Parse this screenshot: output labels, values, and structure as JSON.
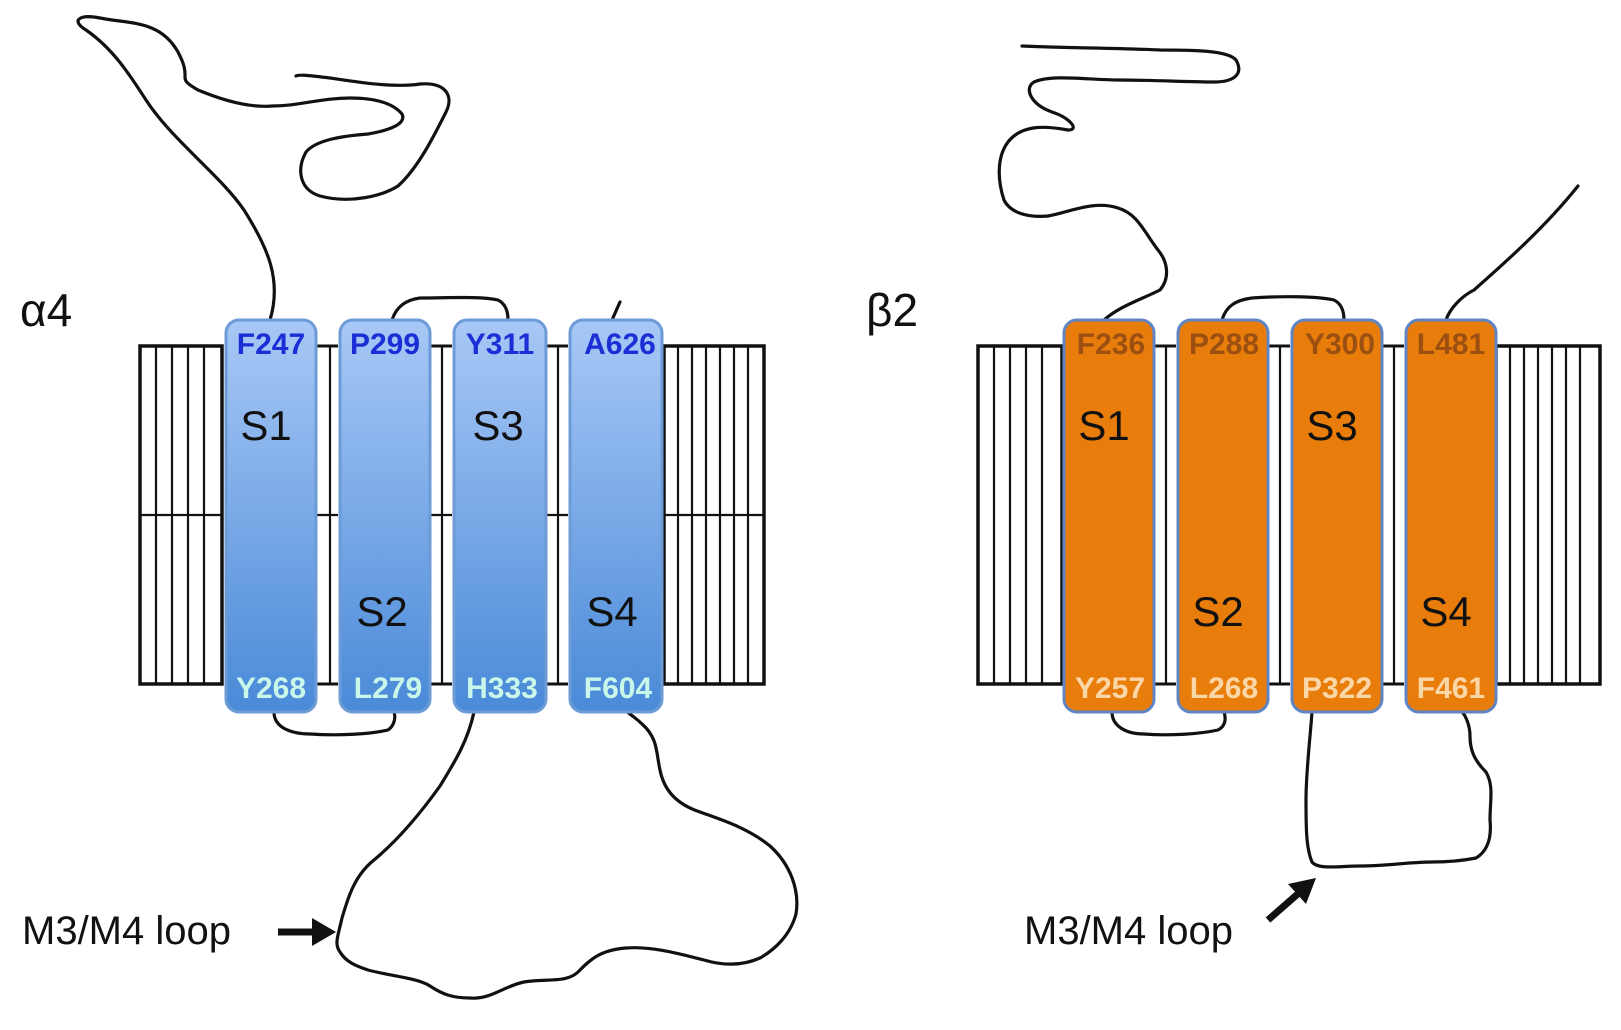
{
  "colors": {
    "alpha_fill_top": "#a8c8f6",
    "alpha_fill_bottom": "#4a8ad8",
    "alpha_stroke": "#6d9bd6",
    "alpha_top_residue": "#1a2fd6",
    "alpha_bottom_residue": "#c9f7e9",
    "beta_fill": "#e87d0c",
    "beta_stroke": "#5f86c2",
    "beta_top_residue": "#9b4f10",
    "beta_bottom_residue": "#fbd7a8",
    "line": "#111111"
  },
  "panels": [
    {
      "label": "α4",
      "segments": [
        {
          "name": "S1",
          "top_residue": "F247",
          "bottom_residue": "Y268"
        },
        {
          "name": "S2",
          "top_residue": "P299",
          "bottom_residue": "L279"
        },
        {
          "name": "S3",
          "top_residue": "Y311",
          "bottom_residue": "H333"
        },
        {
          "name": "S4",
          "top_residue": "A626",
          "bottom_residue": "F604"
        }
      ],
      "loop_label": "M3/M4 loop"
    },
    {
      "label": "β2",
      "segments": [
        {
          "name": "S1",
          "top_residue": "F236",
          "bottom_residue": "Y257"
        },
        {
          "name": "S2",
          "top_residue": "P288",
          "bottom_residue": "L268"
        },
        {
          "name": "S3",
          "top_residue": "Y300",
          "bottom_residue": "P322"
        },
        {
          "name": "S4",
          "top_residue": "L481",
          "bottom_residue": "F461"
        }
      ],
      "loop_label": "M3/M4 loop"
    }
  ]
}
